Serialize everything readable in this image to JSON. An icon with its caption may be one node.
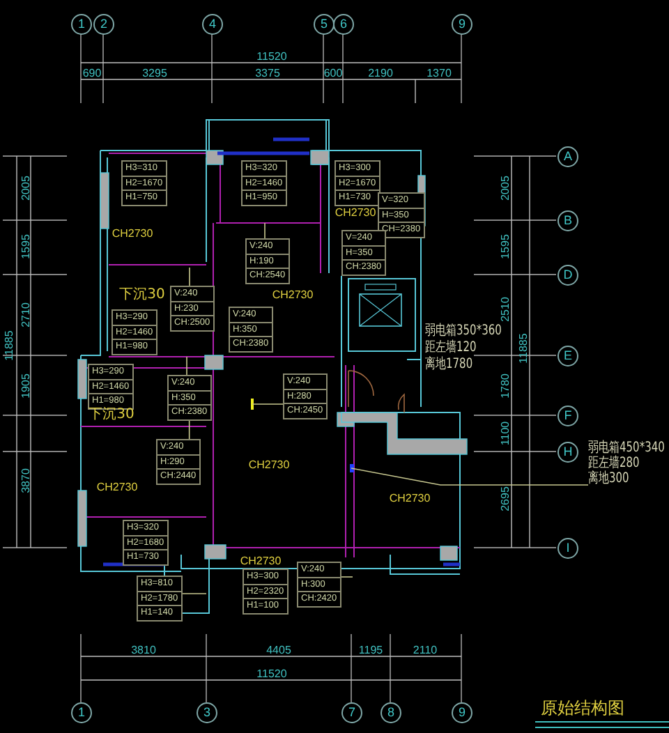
{
  "diagram": {
    "title": "原始结构图",
    "nodes": [
      {
        "text": [
          "1"
        ]
      },
      {
        "text": [
          "2"
        ]
      },
      {
        "text": [
          "4"
        ]
      },
      {
        "text": [
          "5"
        ]
      },
      {
        "text": [
          "6"
        ]
      },
      {
        "text": [
          "9"
        ]
      },
      {
        "text": [
          "A"
        ]
      },
      {
        "text": [
          "B"
        ]
      },
      {
        "text": [
          "D"
        ]
      },
      {
        "text": [
          "E"
        ]
      },
      {
        "text": [
          "F"
        ]
      },
      {
        "text": [
          "H"
        ]
      },
      {
        "text": [
          "I"
        ]
      },
      {
        "text": [
          "1"
        ]
      },
      {
        "text": [
          "3"
        ]
      },
      {
        "text": [
          "7"
        ]
      },
      {
        "text": [
          "8"
        ]
      },
      {
        "text": [
          "9"
        ]
      },
      {
        "text": [
          "H3=310",
          "H2=1670",
          "H1=750"
        ]
      },
      {
        "text": [
          "H3=320",
          "H2=1460",
          "H1=950"
        ]
      },
      {
        "text": [
          "H3=300",
          "H2=1670",
          "H1=730"
        ]
      },
      {
        "text": [
          "V=320",
          "H=350",
          "CH=2380"
        ]
      },
      {
        "text": [
          "V=240",
          "H=350",
          "CH:2380"
        ]
      },
      {
        "text": [
          "V:240",
          "H:190",
          "CH:2540"
        ]
      },
      {
        "text": [
          "V:240",
          "H:230",
          "CH:2500"
        ]
      },
      {
        "text": [
          "H3=290",
          "H2=1460",
          "H1=980"
        ]
      },
      {
        "text": [
          "V:240",
          "H:350",
          "CH:2380"
        ]
      },
      {
        "text": [
          "H3=290",
          "H2=1460",
          "H1=980"
        ]
      },
      {
        "text": [
          "V:240",
          "H:350",
          "CH:2380"
        ]
      },
      {
        "text": [
          "V:240",
          "H:280",
          "CH:2450"
        ]
      },
      {
        "text": [
          "V:240",
          "H:290",
          "CH:2440"
        ]
      },
      {
        "text": [
          "H3=320",
          "H2=1680",
          "H1=730"
        ]
      },
      {
        "text": [
          "H3=810",
          "H2=1780",
          "H1=140"
        ]
      },
      {
        "text": [
          "H3=300",
          "H2=2320",
          "H1=100"
        ]
      },
      {
        "text": [
          "V:240",
          "H:300",
          "CH:2420"
        ]
      },
      {
        "text": [
          "弱电箱450*340",
          "距左墙280",
          "离地300"
        ]
      }
    ],
    "edges": [
      {
        "from": 23,
        "to": null,
        "arrow": "none"
      },
      {
        "from": 24,
        "to": null,
        "arrow": "none"
      },
      {
        "from": 28,
        "to": null,
        "arrow": "none"
      },
      {
        "from": 29,
        "to": null,
        "arrow": "none"
      },
      {
        "from": 30,
        "to": 28,
        "arrow": "none"
      },
      {
        "from": 32,
        "to": null,
        "arrow": "none"
      },
      {
        "from": 34,
        "to": null,
        "arrow": "none"
      },
      {
        "from": 35,
        "to": null,
        "arrow": "none"
      }
    ],
    "labels": [
      "11520",
      "690",
      "3295",
      "3375",
      "600",
      "2190",
      "1370",
      "2005",
      "1595",
      "2710",
      "1905",
      "3870",
      "11885",
      "CH2730",
      "CH2730",
      "CH2730",
      "下沉30",
      "下沉30",
      "弱电箱350*360",
      "距左墙120",
      "离地1780",
      "2005",
      "1595",
      "2510",
      "1780",
      "1100",
      "2695",
      "11885",
      "CH2730",
      "CH2730",
      "CH2730",
      "CH2730",
      "3810",
      "4405",
      "1195",
      "2110",
      "11520"
    ]
  }
}
